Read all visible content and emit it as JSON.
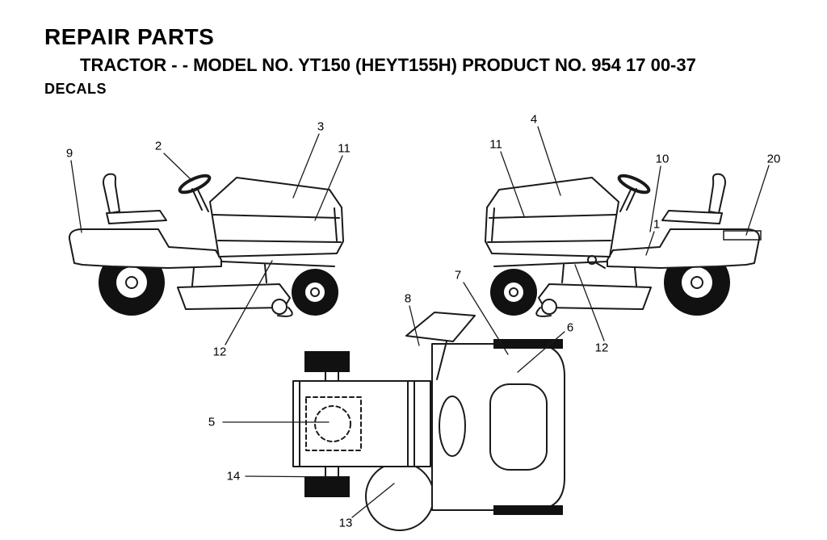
{
  "page": {
    "title": "REPAIR PARTS",
    "subtitle": "TRACTOR - - MODEL NO. YT150 (HEYT155H) PRODUCT NO. 954 17 00-37",
    "section": "DECALS"
  },
  "diagram": {
    "ink_color": "#1a1a1a",
    "views": {
      "left_side": {
        "callouts": [
          "9",
          "2",
          "3",
          "11",
          "12"
        ]
      },
      "right_side": {
        "callouts": [
          "11",
          "4",
          "10",
          "1",
          "20",
          "12"
        ]
      },
      "top": {
        "callouts": [
          "8",
          "7",
          "6",
          "5",
          "14",
          "13"
        ]
      }
    }
  }
}
